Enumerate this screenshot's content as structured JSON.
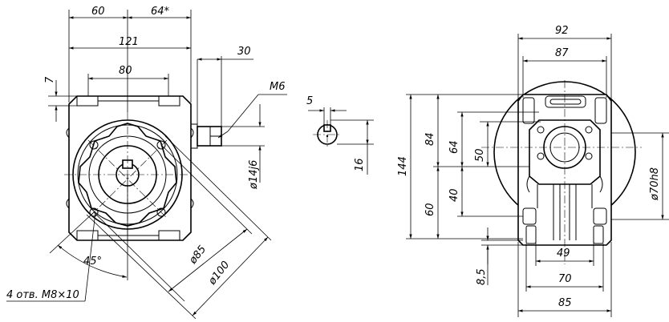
{
  "dims": {
    "d60": "60",
    "d64": "64*",
    "d121": "121",
    "d80": "80",
    "d7": "7",
    "d30": "30",
    "m6": "M6",
    "d5": "5",
    "d16": "16",
    "d14j6": "ø14j6",
    "d85": "ø85",
    "d100": "ø100",
    "d45": "45°",
    "holes": "4 отв. M8×10",
    "d92": "92",
    "d87": "87",
    "d144": "144",
    "d84": "84",
    "d64r": "64",
    "d50": "50",
    "d40": "40",
    "d60r": "60",
    "d70h8": "ø70h8",
    "d8_5": "8,5",
    "d49": "49",
    "d70": "70",
    "d85r": "85"
  }
}
